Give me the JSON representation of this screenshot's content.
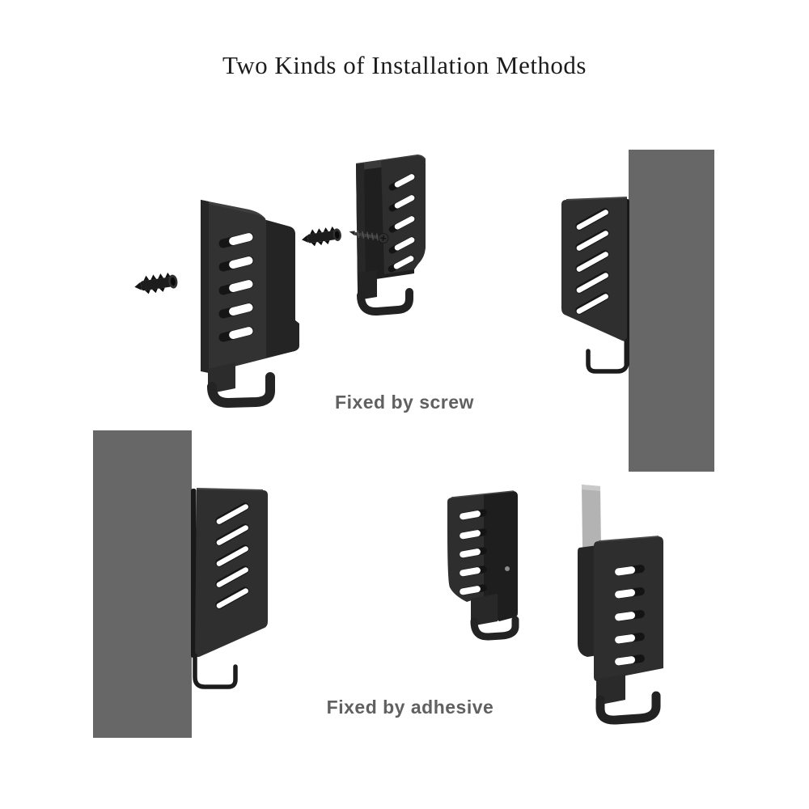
{
  "page": {
    "title": "Two Kinds of Installation Methods",
    "background": "#ffffff"
  },
  "methods": [
    {
      "id": "screw",
      "label": "Fixed by screw",
      "illustrations": [
        "bracket-exploded-with-wall-anchor",
        "bracket-rear-view-with-screw-and-anchor",
        "bracket-screw-mounted-on-wall-side-view"
      ]
    },
    {
      "id": "adhesive",
      "label": "Fixed by adhesive",
      "illustrations": [
        "bracket-adhesive-mounted-on-wall-side-view",
        "bracket-three-quarter-view-with-screw-hole",
        "bracket-front-view-with-adhesive-strip"
      ]
    }
  ],
  "colors": {
    "title_text": "#1c1c1c",
    "label_text": "#606060",
    "wall": "#676767",
    "bracket_body": "#2f2f2f",
    "bracket_shadow": "#1f1f1f",
    "slot_fill": "#ffffff",
    "adhesive_strip": "#b3b3b3",
    "hardware": "#1d1d1d"
  }
}
